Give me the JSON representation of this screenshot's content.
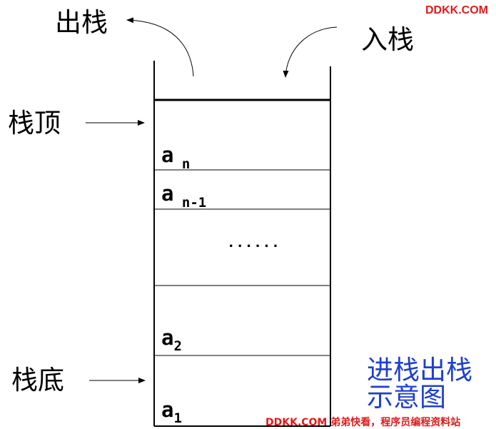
{
  "labels": {
    "pop": "出栈",
    "push": "入栈",
    "top": "栈顶",
    "bottom": "栈底"
  },
  "cells": [
    {
      "base": "a",
      "sub": " n"
    },
    {
      "base": "a",
      "sub": " n-1"
    },
    {
      "base": "......",
      "sub": ""
    },
    {
      "base": "a",
      "sub": "2"
    },
    {
      "base": "a",
      "sub": "1"
    }
  ],
  "caption": {
    "line1": "进栈出栈",
    "line2": "示意图"
  },
  "watermark": {
    "top": "DDKK.COM",
    "bottom": "DDKK.COM 弟弟快看，程序员编程资料站"
  },
  "colors": {
    "caption": "#1f3fd0",
    "watermark": "#e01b1b",
    "lines": "#000000"
  }
}
